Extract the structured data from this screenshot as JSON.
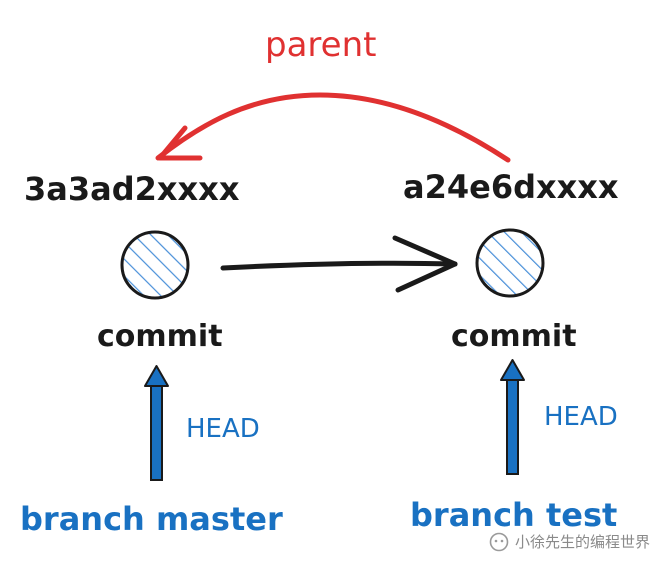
{
  "edge_label": "parent",
  "commits": [
    {
      "hash": "3a3ad2xxxx",
      "label": "commit",
      "pointer": "HEAD",
      "branch": "branch master"
    },
    {
      "hash": "a24e6dxxxx",
      "label": "commit",
      "pointer": "HEAD",
      "branch": "branch test"
    }
  ],
  "watermark": "小徐先生的编程世界",
  "colors": {
    "ink": "#1a1a1a",
    "parent_arrow": "#e03131",
    "branch": "#1971c2",
    "hatch": "#4a90d9"
  }
}
